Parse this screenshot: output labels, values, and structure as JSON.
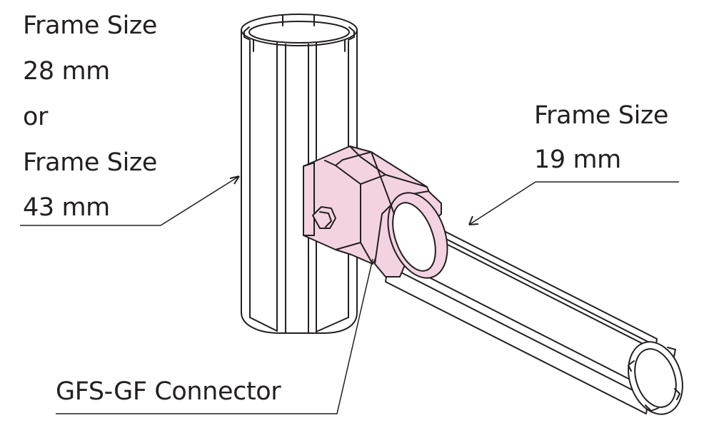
{
  "title": "GFS-GF Connector assembly",
  "labels": {
    "vertical_frame": {
      "line1": "Frame Size",
      "line2": "28 mm",
      "line3": "or",
      "line4": "Frame Size",
      "line5": "43 mm"
    },
    "horizontal_frame": {
      "line1": "Frame Size",
      "line2": "19 mm"
    },
    "connector": "GFS-GF Connector"
  },
  "colors": {
    "line": "#231f20",
    "connector_fill": "#f3d3e1",
    "tube_fill": "#ffffff"
  }
}
